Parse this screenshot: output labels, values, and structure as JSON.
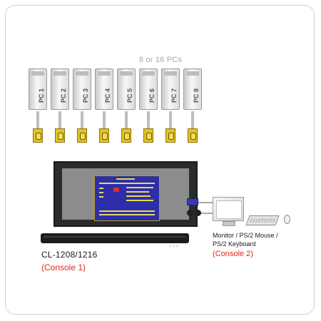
{
  "pcs": {
    "label": "8 or 16 PCs",
    "names": [
      "PC 1",
      "PC 2",
      "PC 3",
      "PC 4",
      "PC 5",
      "PC 6",
      "PC 7",
      "PC 8"
    ]
  },
  "console1": {
    "model": "CL-1208/1216",
    "label": "(Console 1)"
  },
  "console2": {
    "devices_line1": "Monitor / PS/2 Mouse /",
    "devices_line2": "PS/2 Keyboard",
    "label": "(Console 2)"
  },
  "colors": {
    "accent_red": "#e0261a",
    "plug_yellow": "#e3c323",
    "osd_blue": "#2e2ea8"
  }
}
